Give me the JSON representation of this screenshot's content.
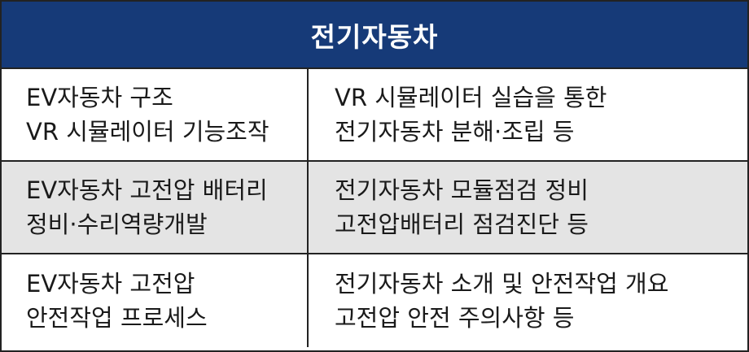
{
  "table": {
    "header": "전기자동차",
    "rows": [
      {
        "left": [
          "EV자동차 구조",
          "VR 시뮬레이터 기능조작"
        ],
        "right": [
          "VR 시뮬레이터 실습을 통한",
          "전기자동차 분해·조립 등"
        ]
      },
      {
        "left": [
          "EV자동차 고전압 배터리",
          "정비·수리역량개발"
        ],
        "right": [
          "전기자동차 모듈점검 정비",
          "고전압배터리 점검진단 등"
        ]
      },
      {
        "left": [
          "EV자동차 고전압",
          "안전작업 프로세스"
        ],
        "right": [
          "전기자동차 소개 및 안전작업 개요",
          "고전압 안전 주의사항 등"
        ]
      }
    ]
  },
  "colors": {
    "header_bg": "#163a78",
    "header_text": "#ffffff",
    "shaded_row_bg": "#e4e4e4",
    "border": "#222222"
  }
}
